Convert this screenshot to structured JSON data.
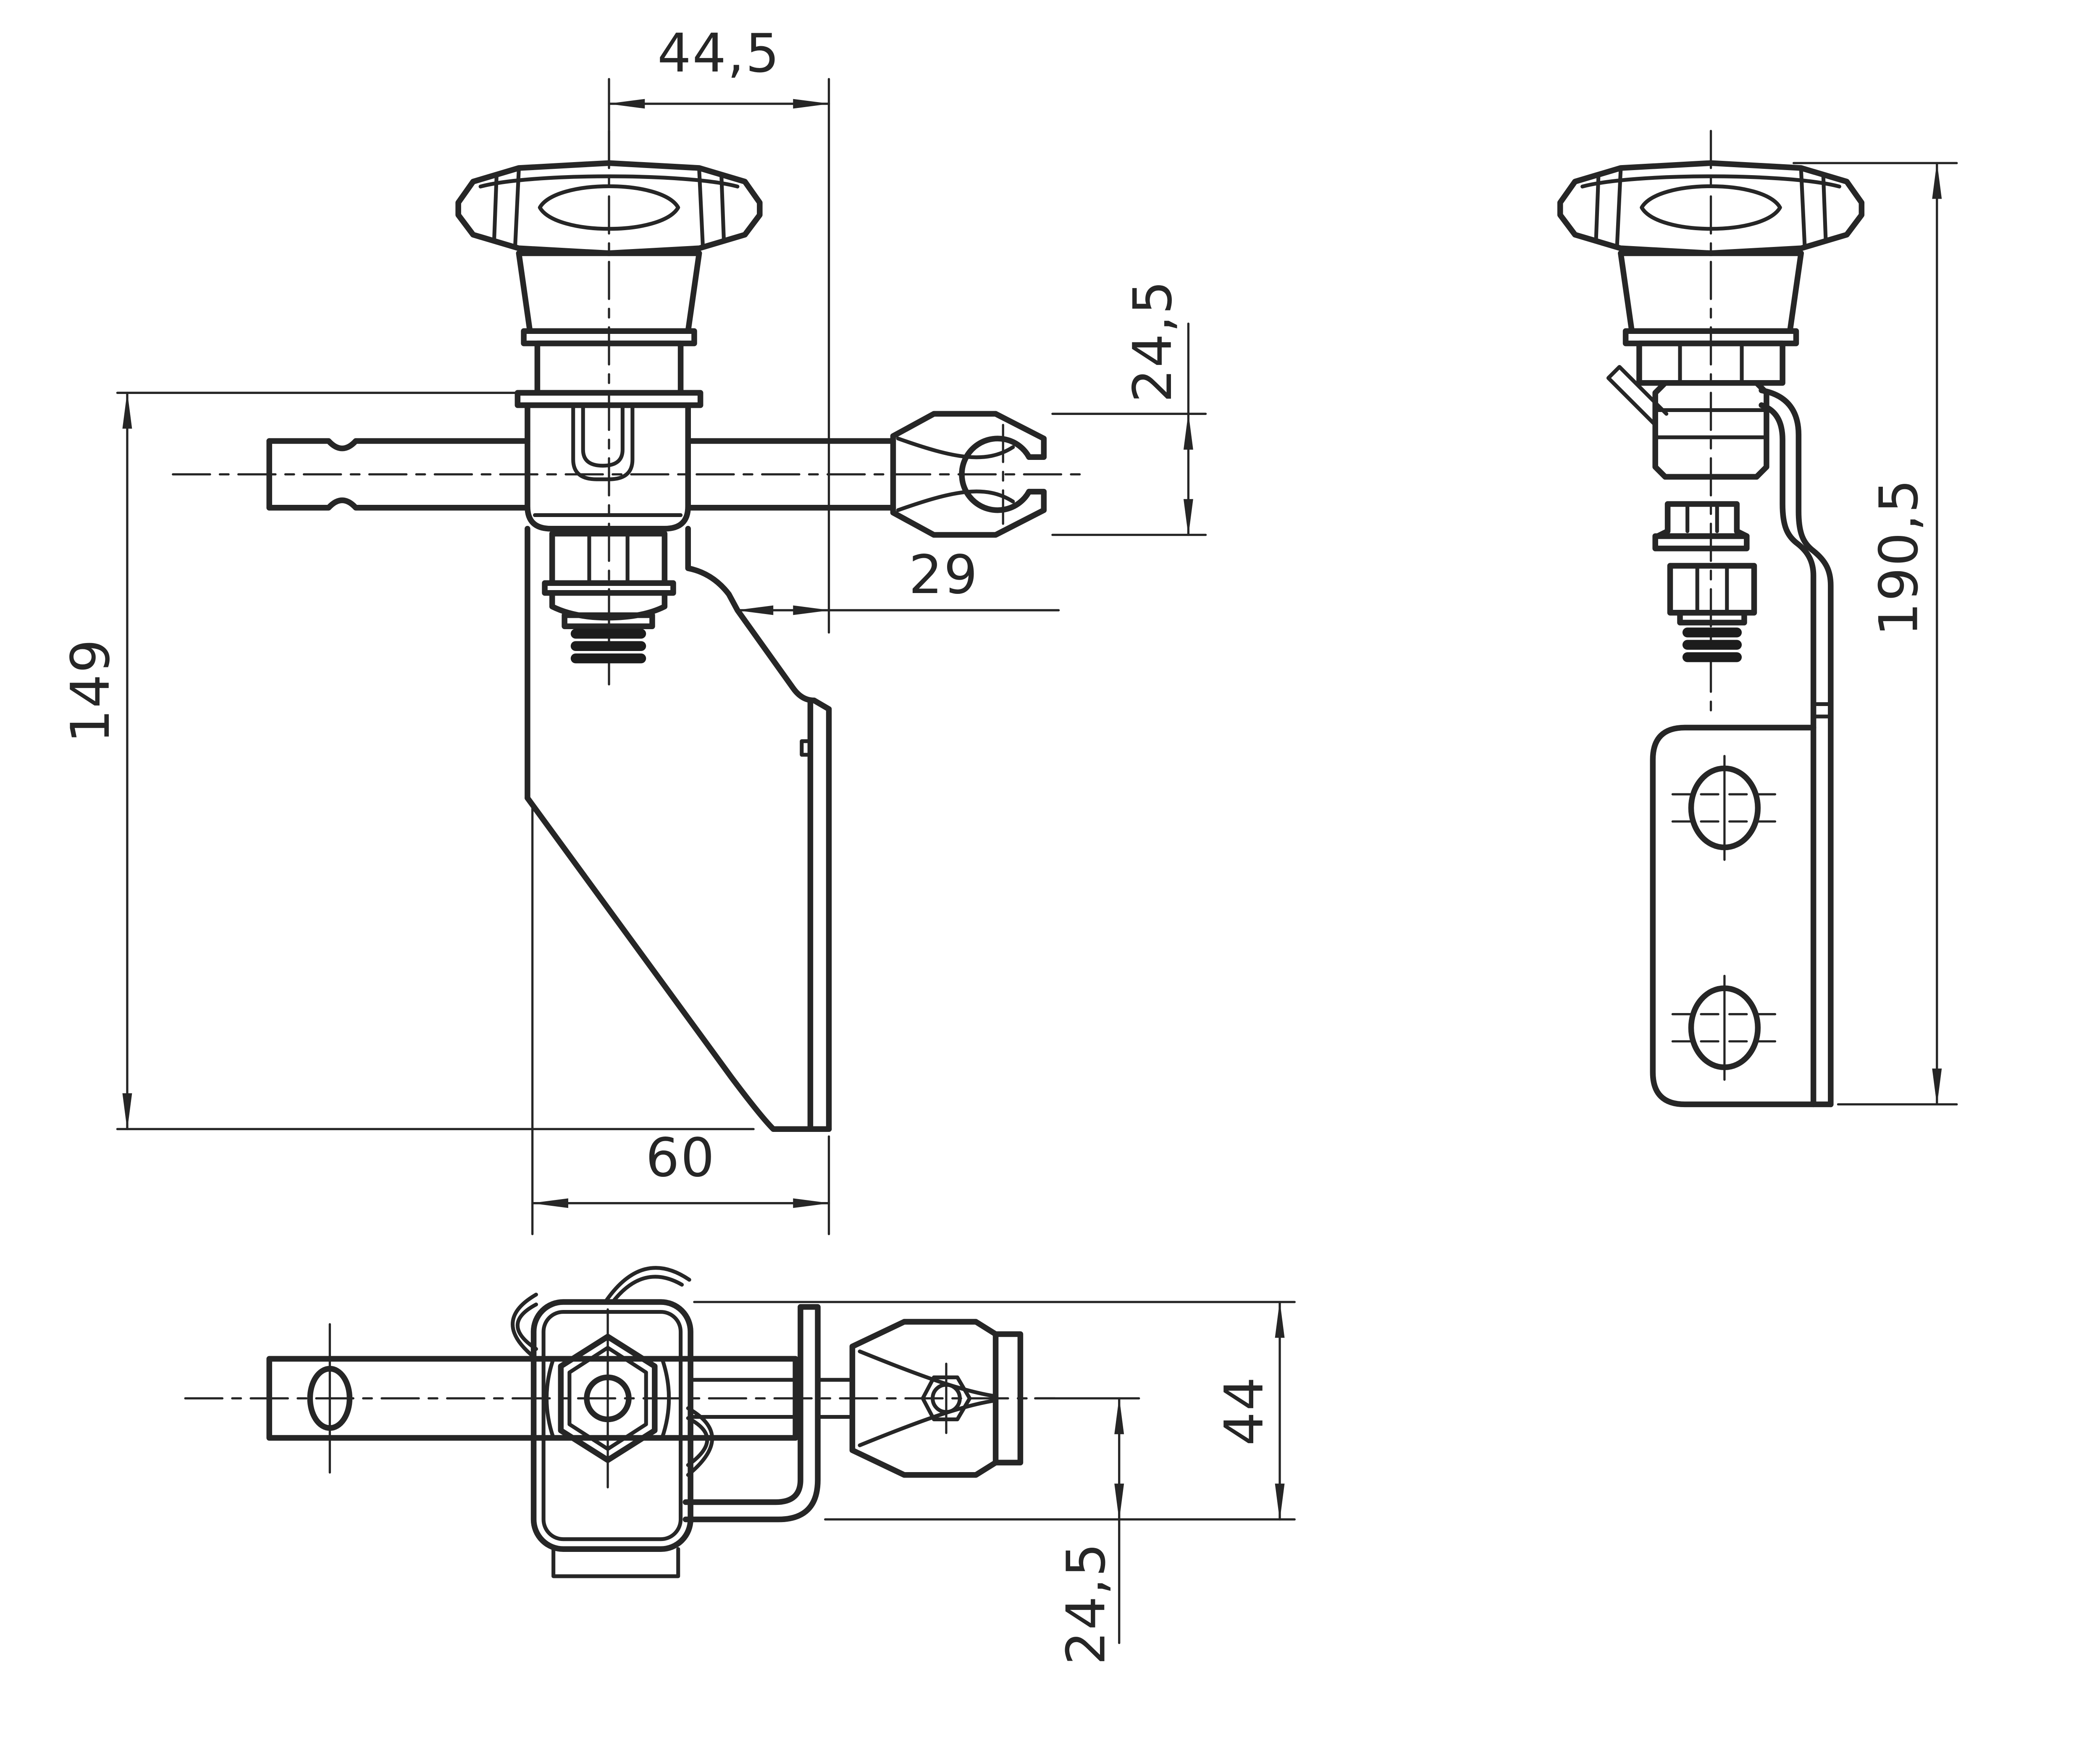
{
  "drawing": {
    "type": "technical-drawing",
    "part": "adjustable clamp with star knob, index plunger, fork head and mounting bracket",
    "views": {
      "front": {
        "labels": {
          "width_top": "44,5",
          "fork_height": "24,5",
          "total_height": "149",
          "bracket_offset": "29",
          "base_width": "60"
        }
      },
      "side": {
        "labels": {
          "total_height": "190,5"
        }
      },
      "bottom": {
        "labels": {
          "overall_depth": "44",
          "axis_offset": "24,5"
        }
      }
    },
    "line_color": "#262626",
    "background": "#ffffff"
  }
}
